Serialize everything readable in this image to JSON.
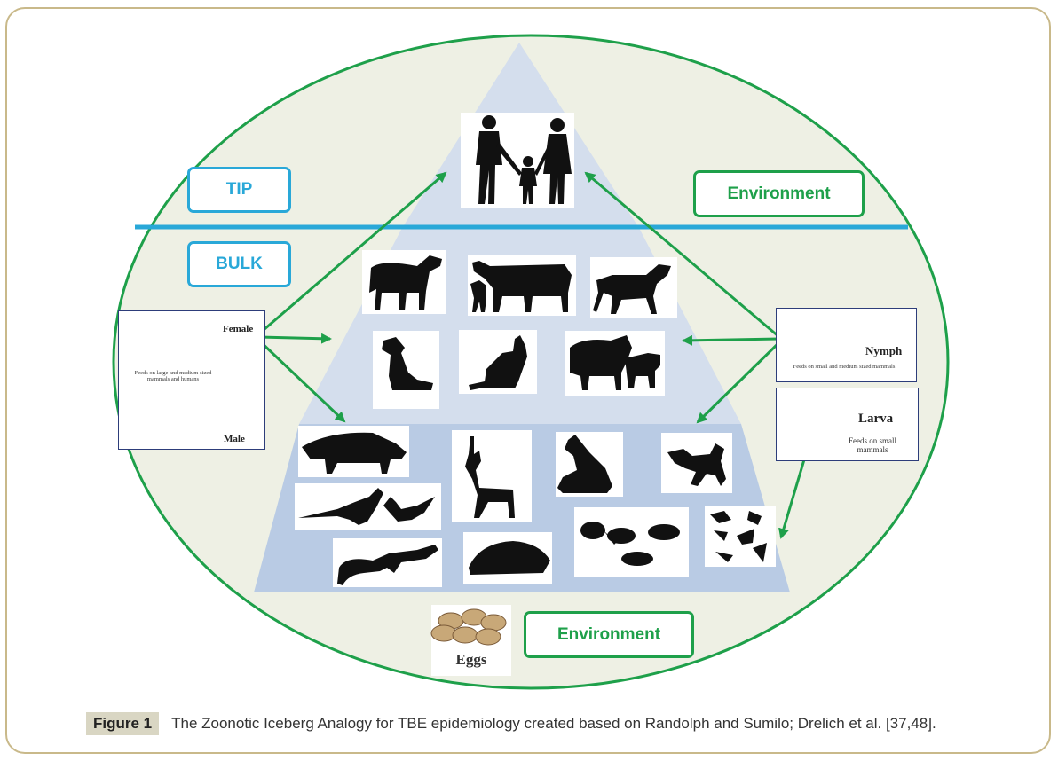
{
  "labels": {
    "tip": "TIP",
    "bulk": "BULK",
    "environment_top": "Environment",
    "environment_bottom": "Environment"
  },
  "ticks": {
    "female": {
      "name": "Female",
      "desc": "Feeds on large and medium sized mammals and humans"
    },
    "male": {
      "name": "Male"
    },
    "nymph": {
      "name": "Nymph",
      "desc": "Feeds on small and medium sized mammals"
    },
    "larva": {
      "name": "Larva",
      "desc": "Feeds on small mammals"
    }
  },
  "eggs": {
    "label": "Eggs"
  },
  "caption": {
    "badge": "Figure 1",
    "text": "The Zoonotic Iceberg Analogy for TBE epidemiology created based on Randolph and Sumilo; Drelich et al. [37,48]."
  },
  "colors": {
    "arrow_green": "#1ea04a",
    "tip_blue": "#29a8d8",
    "ellipse_fill": "#eef0e4",
    "pyramid_light": "#d4deed",
    "pyramid_dark": "#b9cbe4",
    "frame": "#c9b98a"
  },
  "icons": [
    "family-silhouette-icon",
    "horse-icon",
    "cow-calf-icon",
    "goat-icon",
    "dog-icon",
    "cat-icon",
    "sheep-icon",
    "boar-icon",
    "deer-icon",
    "hare-icon",
    "fox-icon",
    "pheasant-icon",
    "lizard-icon",
    "hedgehog-icon",
    "rodents-icon",
    "birds-icon",
    "tick-icon",
    "eggs-icon"
  ]
}
